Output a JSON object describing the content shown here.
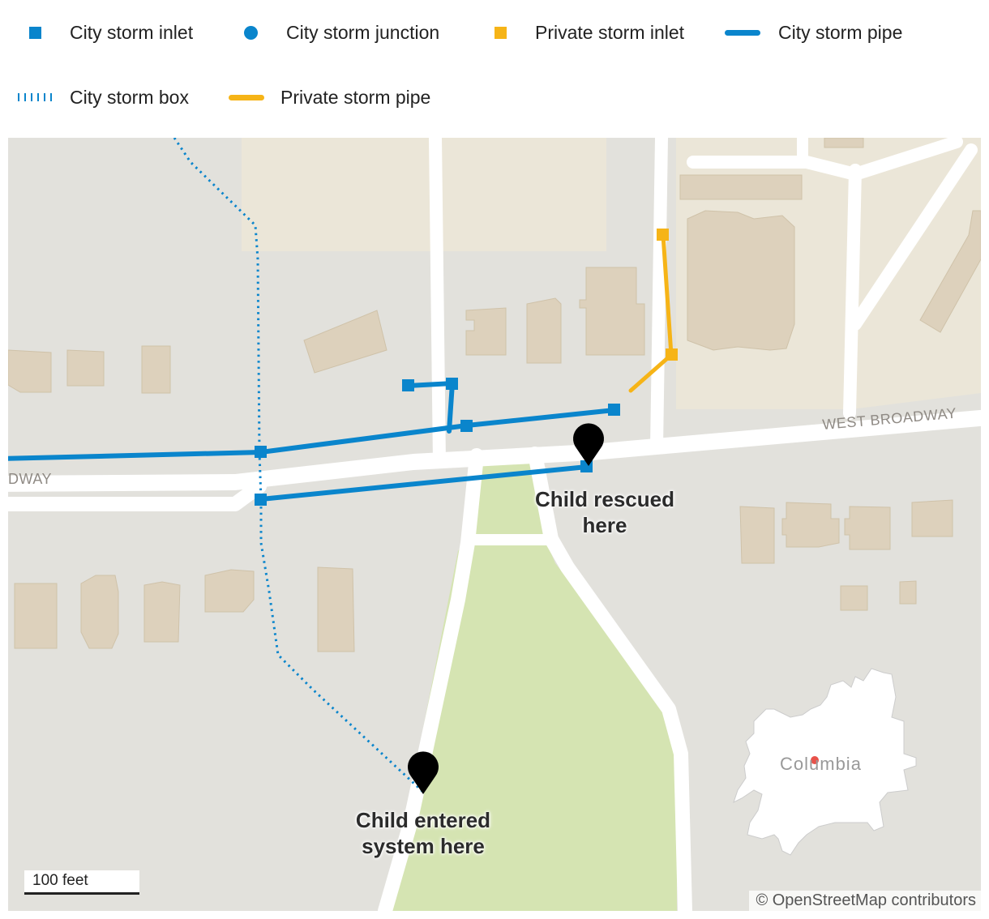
{
  "legend": {
    "city_storm_inlet": "City storm inlet",
    "city_storm_junction": "City storm junction",
    "private_storm_inlet": "Private storm inlet",
    "city_storm_pipe": "City storm pipe",
    "city_storm_box": "City storm box",
    "private_storm_pipe": "Private storm pipe"
  },
  "map": {
    "street_label": "WEST BROADWAY",
    "street_label_left": "DWAY",
    "callout_rescued_line1": "Child rescued",
    "callout_rescued_line2": "here",
    "callout_entered_line1": "Child entered",
    "callout_entered_line2": "system here",
    "scale_bar": "100 feet",
    "attribution": "© OpenStreetMap contributors",
    "inset_city": "Columbia"
  },
  "colors": {
    "city": "#0a85cc",
    "private": "#f6b417",
    "background": "#e2e1dc",
    "building": "#ddd1bc",
    "parcel": "#ebe6d8",
    "park": "#d5e4b2",
    "road": "#ffffff",
    "pin": "#000000"
  }
}
